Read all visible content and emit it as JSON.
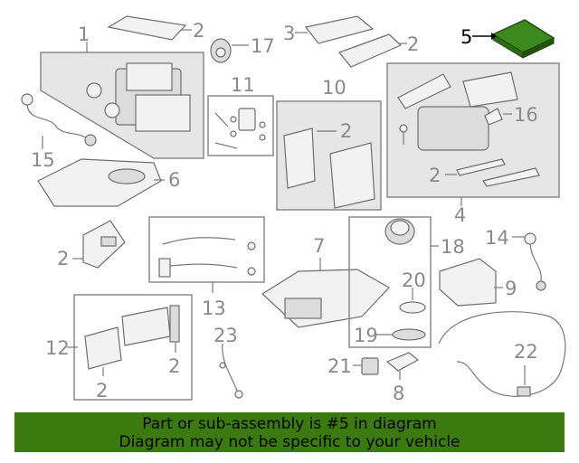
{
  "callouts": {
    "c1": "1",
    "c2a": "2",
    "c17": "17",
    "c3": "3",
    "c2b": "2",
    "c5": "5",
    "c11": "11",
    "c10": "10",
    "c2c": "2",
    "c4box": "",
    "c16": "16",
    "c2d": "2",
    "c4": "4",
    "c15": "15",
    "c6": "6",
    "c2e": "2",
    "c7": "7",
    "c18": "18",
    "c14": "14",
    "c13": "13",
    "c20": "20",
    "c9": "9",
    "c12": "12",
    "c2f": "2",
    "c2g": "2",
    "c23": "23",
    "c19": "19",
    "c21": "21",
    "c8": "8",
    "c22": "22"
  },
  "highlight_color": "#3c8a1e",
  "banner": {
    "line1": "Part or sub-assembly is #5 in diagram",
    "line2": "Diagram may not be specific to your vehicle",
    "color": "#3a7a0f"
  }
}
